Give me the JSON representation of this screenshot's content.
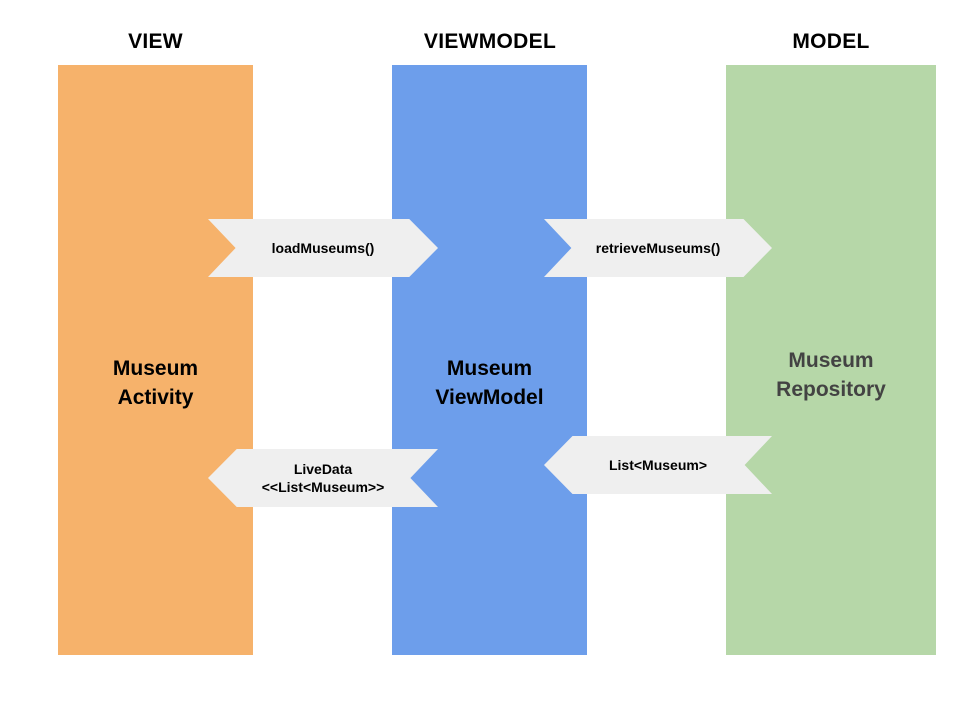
{
  "colors": {
    "view": "#f6b26b",
    "viewmodel": "#6d9eeb",
    "model": "#b6d7a8",
    "arrow": "#efefef",
    "label_dark": "#000000",
    "label_grey": "#434343"
  },
  "headers": {
    "view": "VIEW",
    "viewmodel": "VIEWMODEL",
    "model": "MODEL"
  },
  "columns": {
    "view_label": "Museum\nActivity",
    "viewmodel_label": "Museum\nViewModel",
    "model_label": "Museum\nRepository"
  },
  "arrows": {
    "load": "loadMuseums()",
    "retrieve": "retrieveMuseums()",
    "livedata": "LiveData\n<<List<Museum>>",
    "list": "List<Museum>"
  }
}
